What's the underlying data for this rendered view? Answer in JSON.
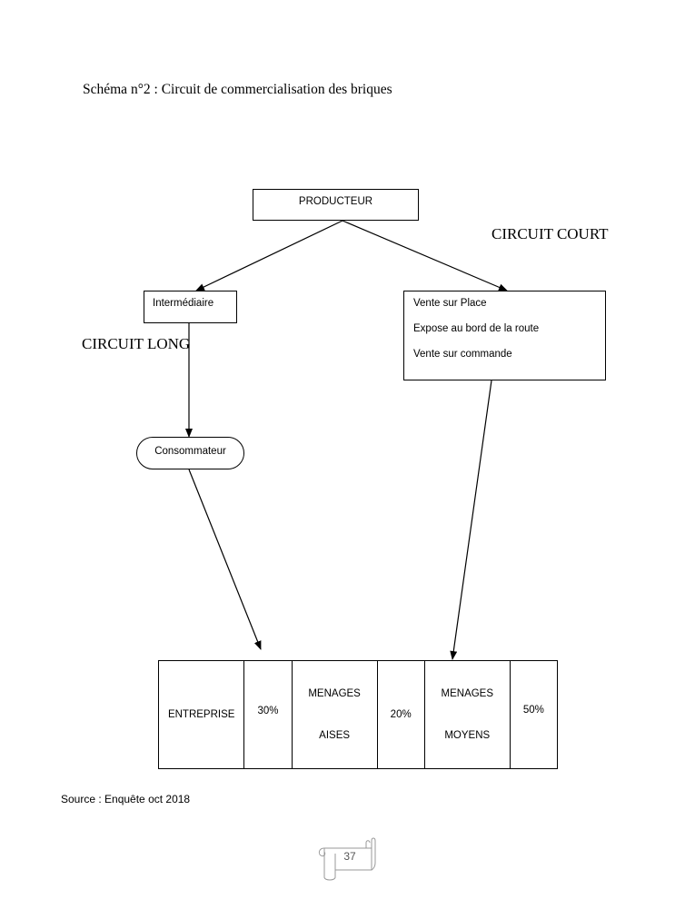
{
  "title": "Schéma n°2 : Circuit de commercialisation des briques",
  "nodes": {
    "producteur": "PRODUCTEUR",
    "intermediaire": "Intermédiaire",
    "consommateur": "Consommateur",
    "circuit_court_options": [
      "Vente sur Place",
      "Expose au bord de la route",
      "Vente sur commande"
    ]
  },
  "labels": {
    "circuit_court": "CIRCUIT COURT",
    "circuit_long": "CIRCUIT LONG"
  },
  "distribution": [
    {
      "category_lines": [
        "ENTREPRISE"
      ],
      "share": "30%"
    },
    {
      "category_lines": [
        "MENAGES",
        "AISES"
      ],
      "share": "20%"
    },
    {
      "category_lines": [
        "MENAGES",
        "MOYENS"
      ],
      "share": "50%"
    }
  ],
  "source": "Source : Enquête oct 2018",
  "page_number": "37"
}
